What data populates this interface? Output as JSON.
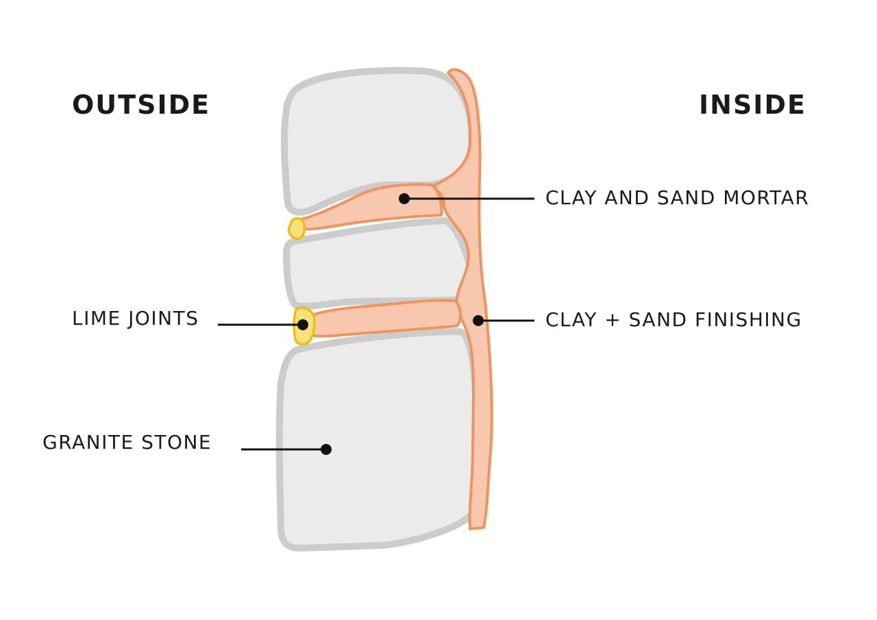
{
  "labels": {
    "outside": "OUTSIDE",
    "inside": "INSIDE",
    "clay_sand_mortar": "CLAY AND SAND MORTAR",
    "lime_joints": "LIME JOINTS",
    "clay_sand_finishing": "CLAY + SAND FINISHING",
    "granite_stone": "GRANITE STONE"
  },
  "colors": {
    "stone_fill": "#ebebeb",
    "stone_stroke": "#cccccc",
    "clay_fill": "#f8c8ae",
    "clay_stroke": "#f0935e",
    "lime_fill": "#f9e07a",
    "lime_stroke": "#e8c012"
  }
}
